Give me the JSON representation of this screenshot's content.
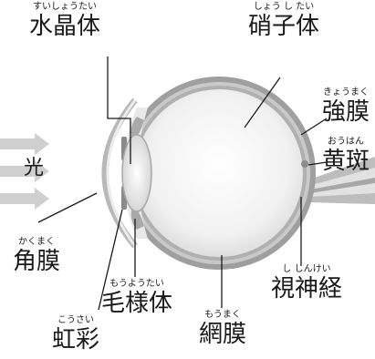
{
  "labels": {
    "lens": {
      "ruby": "すいしょうたい",
      "text": "水晶体"
    },
    "vitreous": {
      "ruby": "しょう し たい",
      "text": "硝子体"
    },
    "sclera": {
      "ruby": "きょうまく",
      "text": "強膜"
    },
    "macula": {
      "ruby": "おうはん",
      "text": "黄斑"
    },
    "light": {
      "text": "光"
    },
    "cornea": {
      "ruby": "かくまく",
      "text": "角膜"
    },
    "optic_nerve": {
      "ruby": "し しんけい",
      "text": "視神経"
    },
    "ciliary_body": {
      "ruby": "もうようたい",
      "text": "毛様体"
    },
    "iris": {
      "ruby": "こうさい",
      "text": "虹彩"
    },
    "retina": {
      "ruby": "もうまく",
      "text": "網膜"
    }
  }
}
